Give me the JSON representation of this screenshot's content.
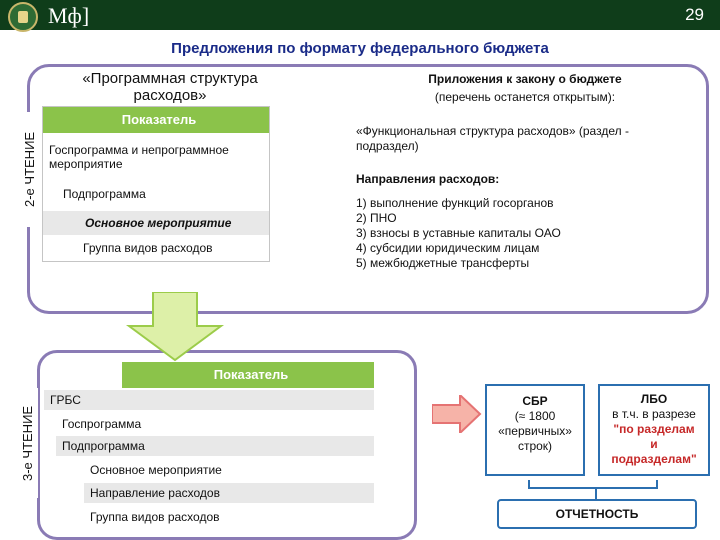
{
  "header": {
    "logo": "Мф]",
    "page_number": "29"
  },
  "title": "Предложения по формату федерального бюджета",
  "second_reading": {
    "side_label": "2-е ЧТЕНИЕ",
    "program_title": "«Программная структура расходов»",
    "table_header": "Показатель",
    "rows": [
      "Госпрограмма и непрограммное мероприятие",
      "Подпрограмма",
      "Основное мероприятие",
      "Группа видов расходов"
    ],
    "law_title_1": "Приложения к закону о бюджете",
    "law_title_2": "(перечень останется открытым):",
    "functional": "«Функциональная структура расходов» (раздел - подраздел)",
    "directions_title": "Направления расходов:",
    "directions": [
      "1) выполнение функций госорганов",
      "2) ПНО",
      "3) взносы в уставные капиталы ОАО",
      "4) субсидии юридическим лицам",
      "5) межбюджетные трансферты"
    ]
  },
  "third_reading": {
    "side_label": "3-е ЧТЕНИЕ",
    "table_header": "Показатель",
    "rows": [
      "ГРБС",
      "Госпрограмма",
      "Подпрограмма",
      "Основное мероприятие",
      "Направление расходов",
      "Группа видов расходов"
    ]
  },
  "sbr": {
    "title": "СБР",
    "line1": "(≈ 1800",
    "line2": "«первичных»",
    "line3": "строк)"
  },
  "lbo": {
    "title": "ЛБО",
    "line1": "в т.ч. в разрезе",
    "q1": "\"",
    "red1": "по разделам",
    "red2": "и",
    "red3": "подразделам",
    "q2": "\""
  },
  "reporting": "ОТЧЕТНОСТЬ",
  "colors": {
    "accent_green": "#8bc34a",
    "frame_purple": "#8a7bb5",
    "title_blue": "#1a2b88",
    "box_blue": "#2b6fb0",
    "red": "#c62828"
  }
}
